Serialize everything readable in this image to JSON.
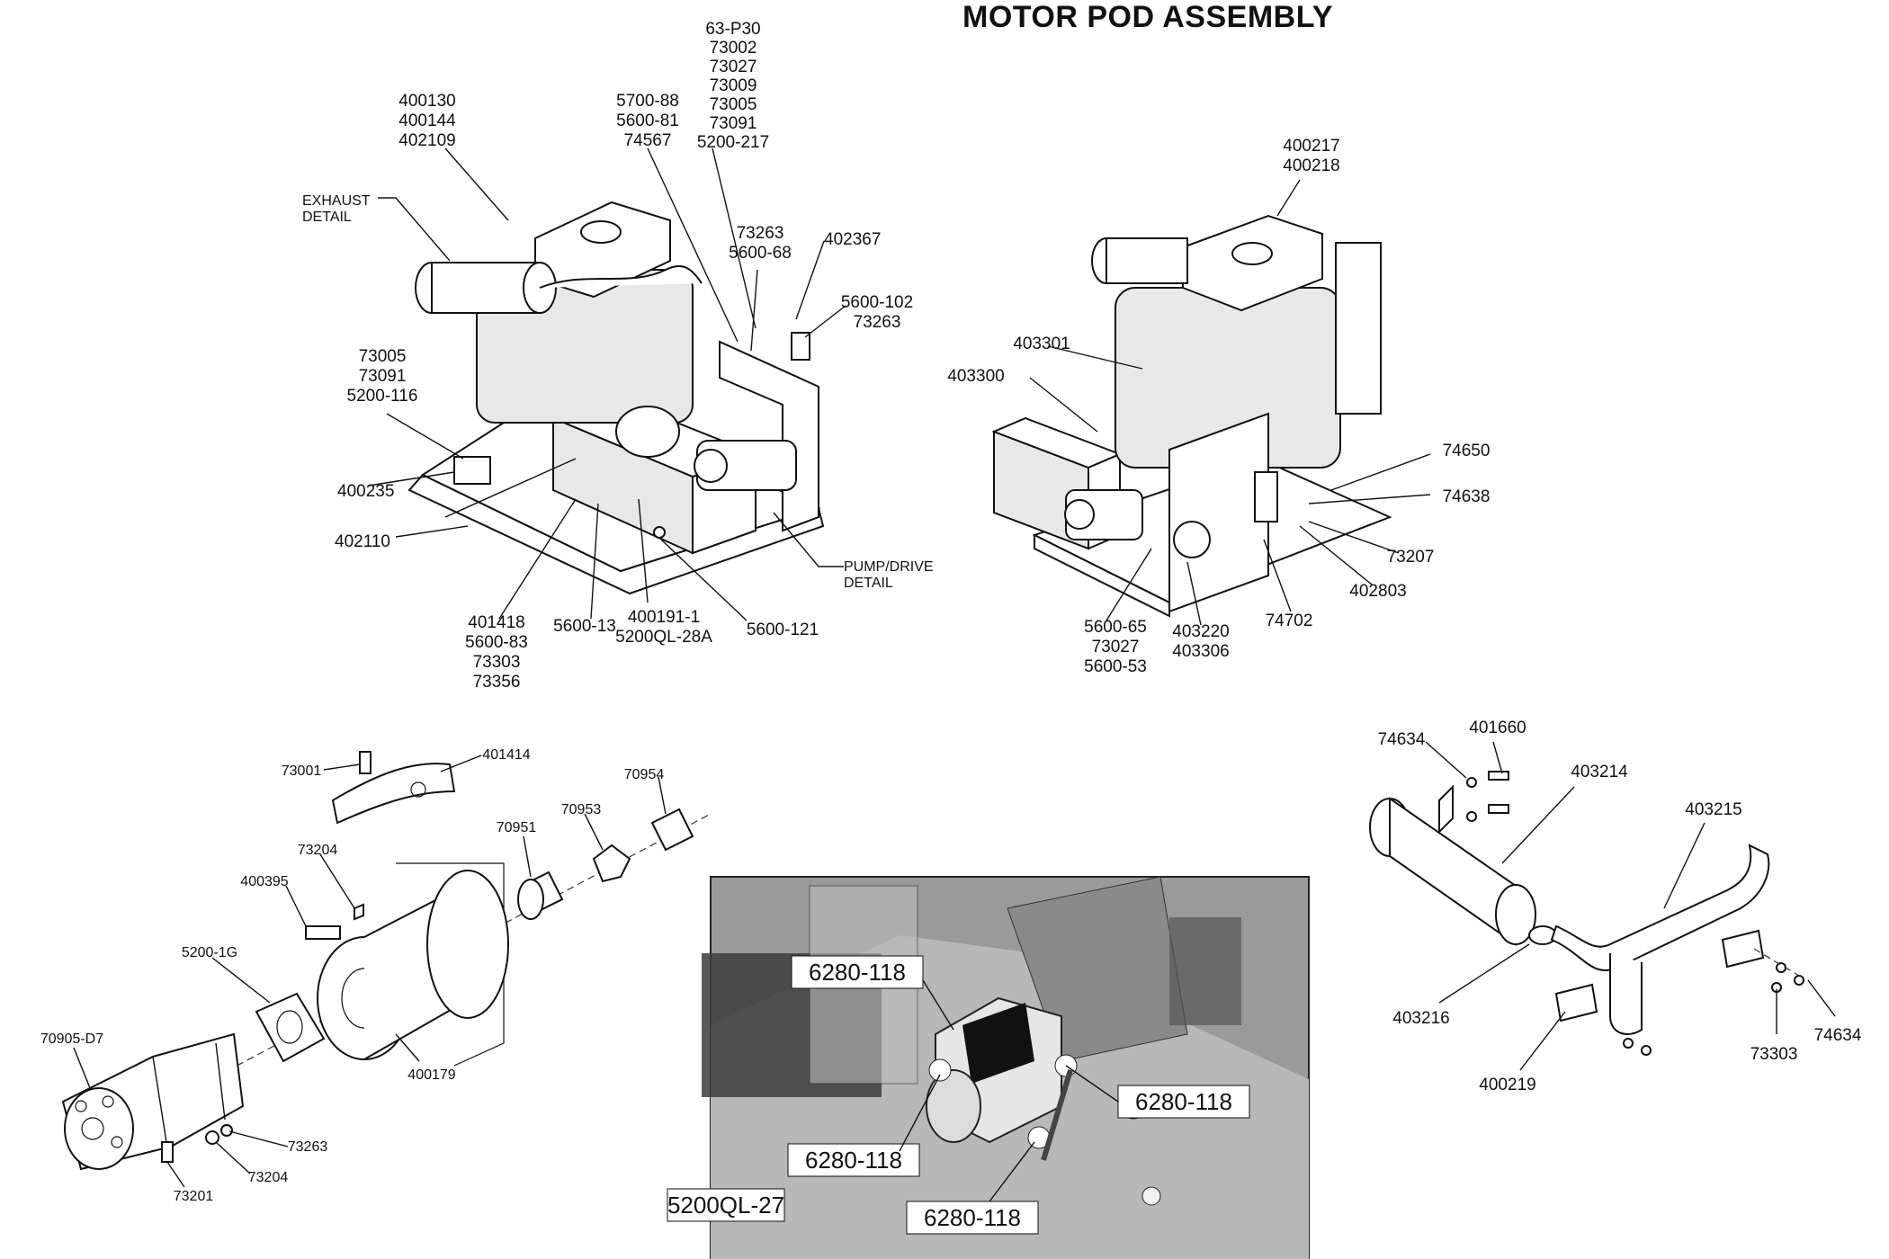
{
  "title": "MOTOR POD ASSEMBLY",
  "views": {
    "left_assembly": {
      "callouts": [
        {
          "lines": [
            "400130",
            "400144",
            "402109"
          ]
        },
        {
          "lines": [
            "5700-88",
            "5600-81",
            "74567"
          ]
        },
        {
          "lines": [
            "63-P30",
            "73002",
            "73027",
            "73009",
            "73005",
            "73091",
            "5200-217"
          ]
        },
        {
          "lines": [
            "EXHAUST",
            "DETAIL"
          ]
        },
        {
          "lines": [
            "73263",
            "5600-68"
          ]
        },
        {
          "lines": [
            "402367"
          ]
        },
        {
          "lines": [
            "5600-102",
            "73263"
          ]
        },
        {
          "lines": [
            "73005",
            "73091",
            "5200-116"
          ]
        },
        {
          "lines": [
            "400235"
          ]
        },
        {
          "lines": [
            "402110"
          ]
        },
        {
          "lines": [
            "PUMP/DRIVE",
            "DETAIL"
          ]
        },
        {
          "lines": [
            "401418",
            "5600-83",
            "73303",
            "73356"
          ]
        },
        {
          "lines": [
            "5600-13"
          ]
        },
        {
          "lines": [
            "400191-1",
            "5200QL-28A"
          ]
        },
        {
          "lines": [
            "5600-121"
          ]
        }
      ]
    },
    "right_assembly": {
      "callouts": [
        {
          "lines": [
            "400217",
            "400218"
          ]
        },
        {
          "lines": [
            "403301"
          ]
        },
        {
          "lines": [
            "403300"
          ]
        },
        {
          "lines": [
            "74650"
          ]
        },
        {
          "lines": [
            "74638"
          ]
        },
        {
          "lines": [
            "73207"
          ]
        },
        {
          "lines": [
            "402803"
          ]
        },
        {
          "lines": [
            "74702"
          ]
        },
        {
          "lines": [
            "403220",
            "403306"
          ]
        },
        {
          "lines": [
            "5600-65",
            "73027",
            "5600-53"
          ]
        }
      ]
    },
    "pump_drive_detail": {
      "callouts": [
        {
          "lines": [
            "73001"
          ]
        },
        {
          "lines": [
            "401414"
          ]
        },
        {
          "lines": [
            "70954"
          ]
        },
        {
          "lines": [
            "70953"
          ]
        },
        {
          "lines": [
            "70951"
          ]
        },
        {
          "lines": [
            "73204"
          ]
        },
        {
          "lines": [
            "400395"
          ]
        },
        {
          "lines": [
            "5200-1G"
          ]
        },
        {
          "lines": [
            "70905-D7"
          ]
        },
        {
          "lines": [
            "400179"
          ]
        },
        {
          "lines": [
            "73263"
          ]
        },
        {
          "lines": [
            "73204"
          ]
        },
        {
          "lines": [
            "73201"
          ]
        }
      ]
    },
    "hose_detail": {
      "callouts": [
        {
          "lines": [
            "6280-118"
          ]
        },
        {
          "lines": [
            "6280-118"
          ]
        },
        {
          "lines": [
            "6280-118"
          ]
        },
        {
          "lines": [
            "6280-118"
          ]
        },
        {
          "lines": [
            "5200QL-27"
          ]
        }
      ]
    },
    "exhaust_detail": {
      "callouts": [
        {
          "lines": [
            "74634"
          ]
        },
        {
          "lines": [
            "401660"
          ]
        },
        {
          "lines": [
            "403214"
          ]
        },
        {
          "lines": [
            "403215"
          ]
        },
        {
          "lines": [
            "403216"
          ]
        },
        {
          "lines": [
            "400219"
          ]
        },
        {
          "lines": [
            "73303"
          ]
        },
        {
          "lines": [
            "74634"
          ]
        }
      ]
    }
  }
}
